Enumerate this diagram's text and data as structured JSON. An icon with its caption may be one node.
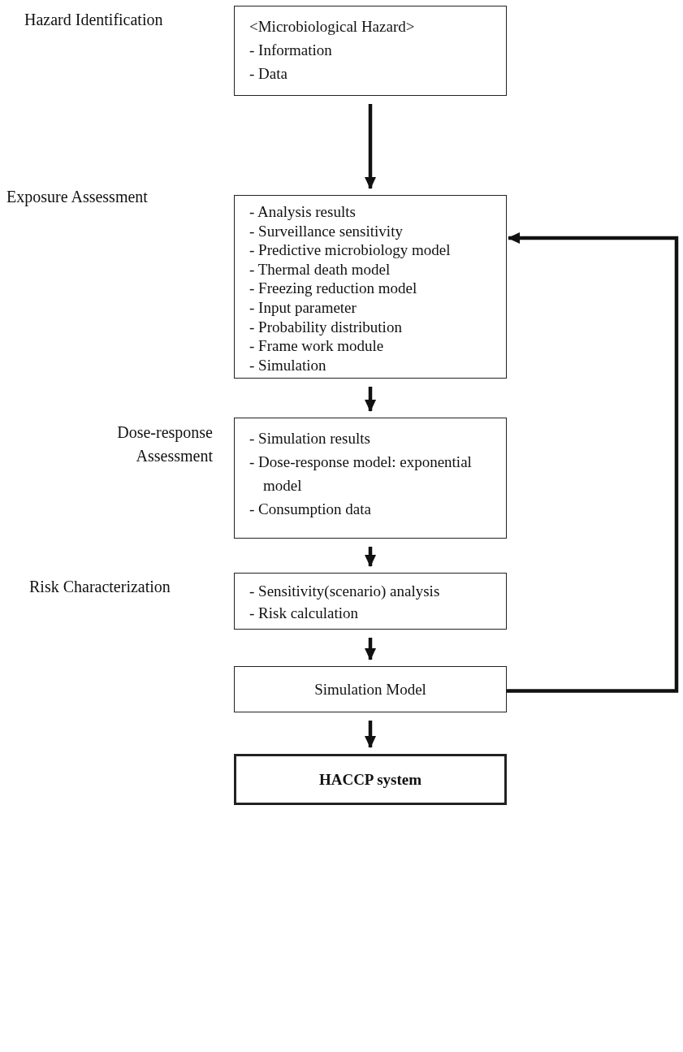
{
  "diagram": {
    "nodes": [
      {
        "text": [
          "<Microbiological Hazard>",
          "- Information",
          "- Data"
        ]
      },
      {
        "text": [
          "- Analysis results",
          "- Surveillance sensitivity",
          "- Predictive microbiology model",
          "- Thermal death model",
          "- Freezing reduction model",
          "- Input parameter",
          "- Probability distribution",
          "- Frame work module",
          "- Simulation"
        ]
      },
      {
        "text": [
          "- Simulation results",
          "- Dose-response model: exponential model",
          "- Consumption data"
        ]
      },
      {
        "text": [
          "- Sensitivity(scenario) analysis",
          "- Risk calculation"
        ]
      },
      {
        "text": [
          "Simulation Model"
        ]
      },
      {
        "text": [
          "HACCP system"
        ]
      }
    ],
    "edges": [
      {
        "from": 0,
        "to": 1,
        "arrow": "to"
      },
      {
        "from": 1,
        "to": 2,
        "arrow": "to"
      },
      {
        "from": 2,
        "to": 3,
        "arrow": "to"
      },
      {
        "from": 3,
        "to": 4,
        "arrow": "to"
      },
      {
        "from": 4,
        "to": 5,
        "arrow": "to"
      },
      {
        "from": 4,
        "to": 1,
        "arrow": "to"
      }
    ],
    "labels": [
      "Hazard Identification",
      "Exposure Assessment",
      "Dose-response Assessment",
      "Risk Characterization"
    ]
  }
}
